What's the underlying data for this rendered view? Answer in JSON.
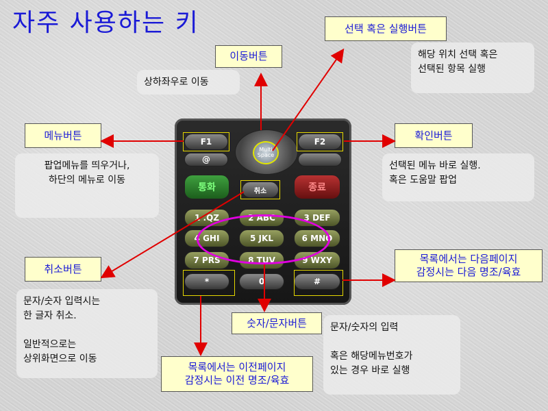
{
  "title": "자주 사용하는 키",
  "labels": {
    "select": "선택 혹은 실행버튼",
    "move": "이동버튼",
    "menu": "메뉴버튼",
    "confirm": "확인버튼",
    "cancel": "취소버튼",
    "next_page": "목록에서는 다음페이지\n감정시는 다음 명조/육효",
    "number": "숫자/문자버튼",
    "prev_page": "목록에서는 이전페이지\n감정시는 이전 명조/육효"
  },
  "descriptions": {
    "select": "해당 위치 선택 혹은\n선택된 항목 실행",
    "move": "상하좌우로 이동",
    "menu": "팝업메뉴를 띄우거나,\n하단의 메뉴로 이동",
    "confirm": "선택된 메뉴 바로 실행.\n혹은 도움말 팝업",
    "cancel": "문자/숫자 입력시는\n한 글자 취소.\n\n일반적으로는\n상위화면으로 이동",
    "number": "문자/숫자의 입력\n\n혹은 해당메뉴번호가\n있는 경우 바로 실행"
  },
  "keypad": {
    "f1": "F1",
    "f2": "F2",
    "at": "@",
    "nav_center": "Multi Space",
    "call": "통화",
    "cancel": "취소",
    "end": "종료",
    "k1": "1 .QZ",
    "k2": "2 ABC",
    "k3": "3 DEF",
    "k4": "4 GHI",
    "k5": "5 JKL",
    "k6": "6 MNO",
    "k7": "7 PRS",
    "k8": "8 TUV",
    "k9": "9 WXY",
    "star": "*",
    "k0": "0",
    "hash": "#"
  },
  "colors": {
    "title": "#1a1ad6",
    "label_text": "#1a1ad6",
    "label_bg": "#ffffcc",
    "arrow": "#e00000",
    "highlight_ellipse": "#e000e0",
    "key_highlight": "#e6d800"
  }
}
